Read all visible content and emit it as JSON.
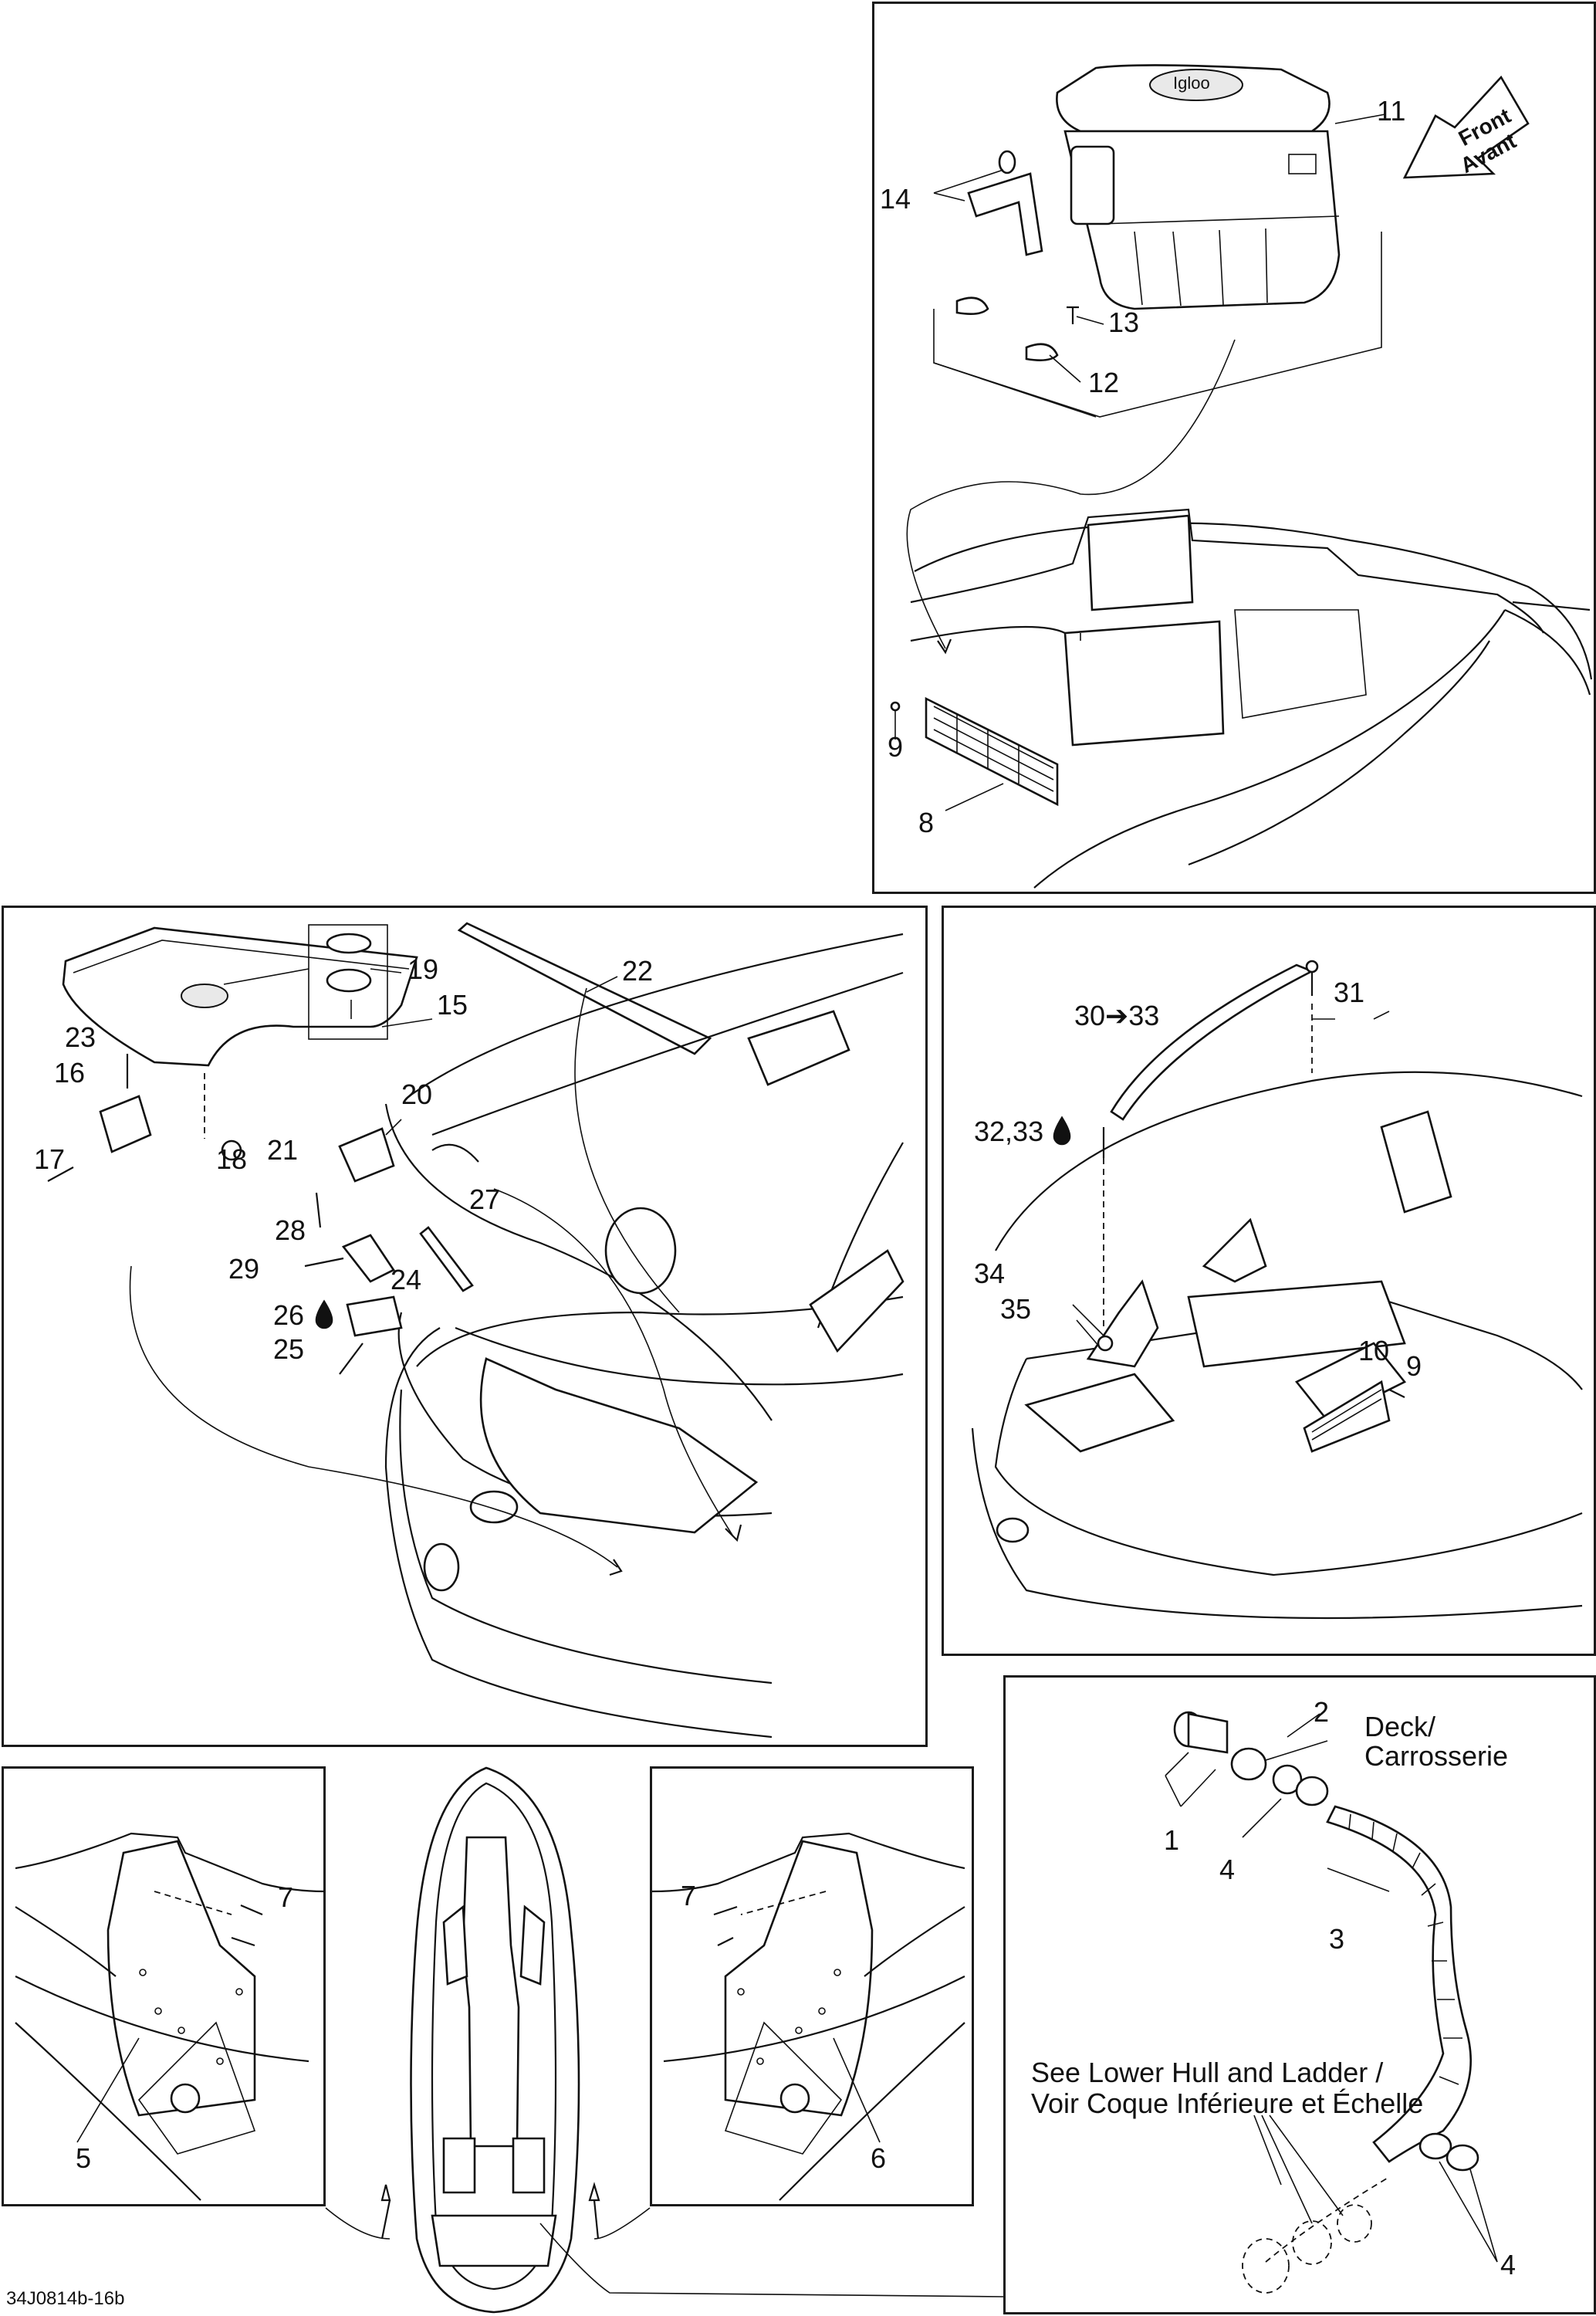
{
  "labels": {
    "p1": "1",
    "p2": "2",
    "p3": "3",
    "p4a": "4",
    "p4b": "4",
    "p5": "5",
    "p6": "6",
    "p7a": "7",
    "p7b": "7",
    "p8": "8",
    "p9a": "9",
    "p9b": "9",
    "p10": "10",
    "p11": "11",
    "p12": "12",
    "p13": "13",
    "p14": "14",
    "p15": "15",
    "p16": "16",
    "p17": "17",
    "p18": "18",
    "p19": "19",
    "p20": "20",
    "p21": "21",
    "p22": "22",
    "p23": "23",
    "p24": "24",
    "p25": "25",
    "p26": "26",
    "p27": "27",
    "p28": "28",
    "p29": "29",
    "p30": "30➔33",
    "p31": "31",
    "p32": "32,33",
    "p34": "34",
    "p35": "35"
  },
  "text": {
    "front": "Front",
    "avant": "Avant",
    "cooler_brand": "Igloo",
    "deck_line1": "Deck/",
    "deck_line2": "Carrosserie",
    "see_line1": "See Lower Hull and Ladder /",
    "see_line2": "Voir Coque Inférieure et Échelle",
    "drawing_code": "34J0814b-16b"
  },
  "icons": {
    "drop": "drop-icon",
    "arrow": "front-arrow-icon"
  }
}
